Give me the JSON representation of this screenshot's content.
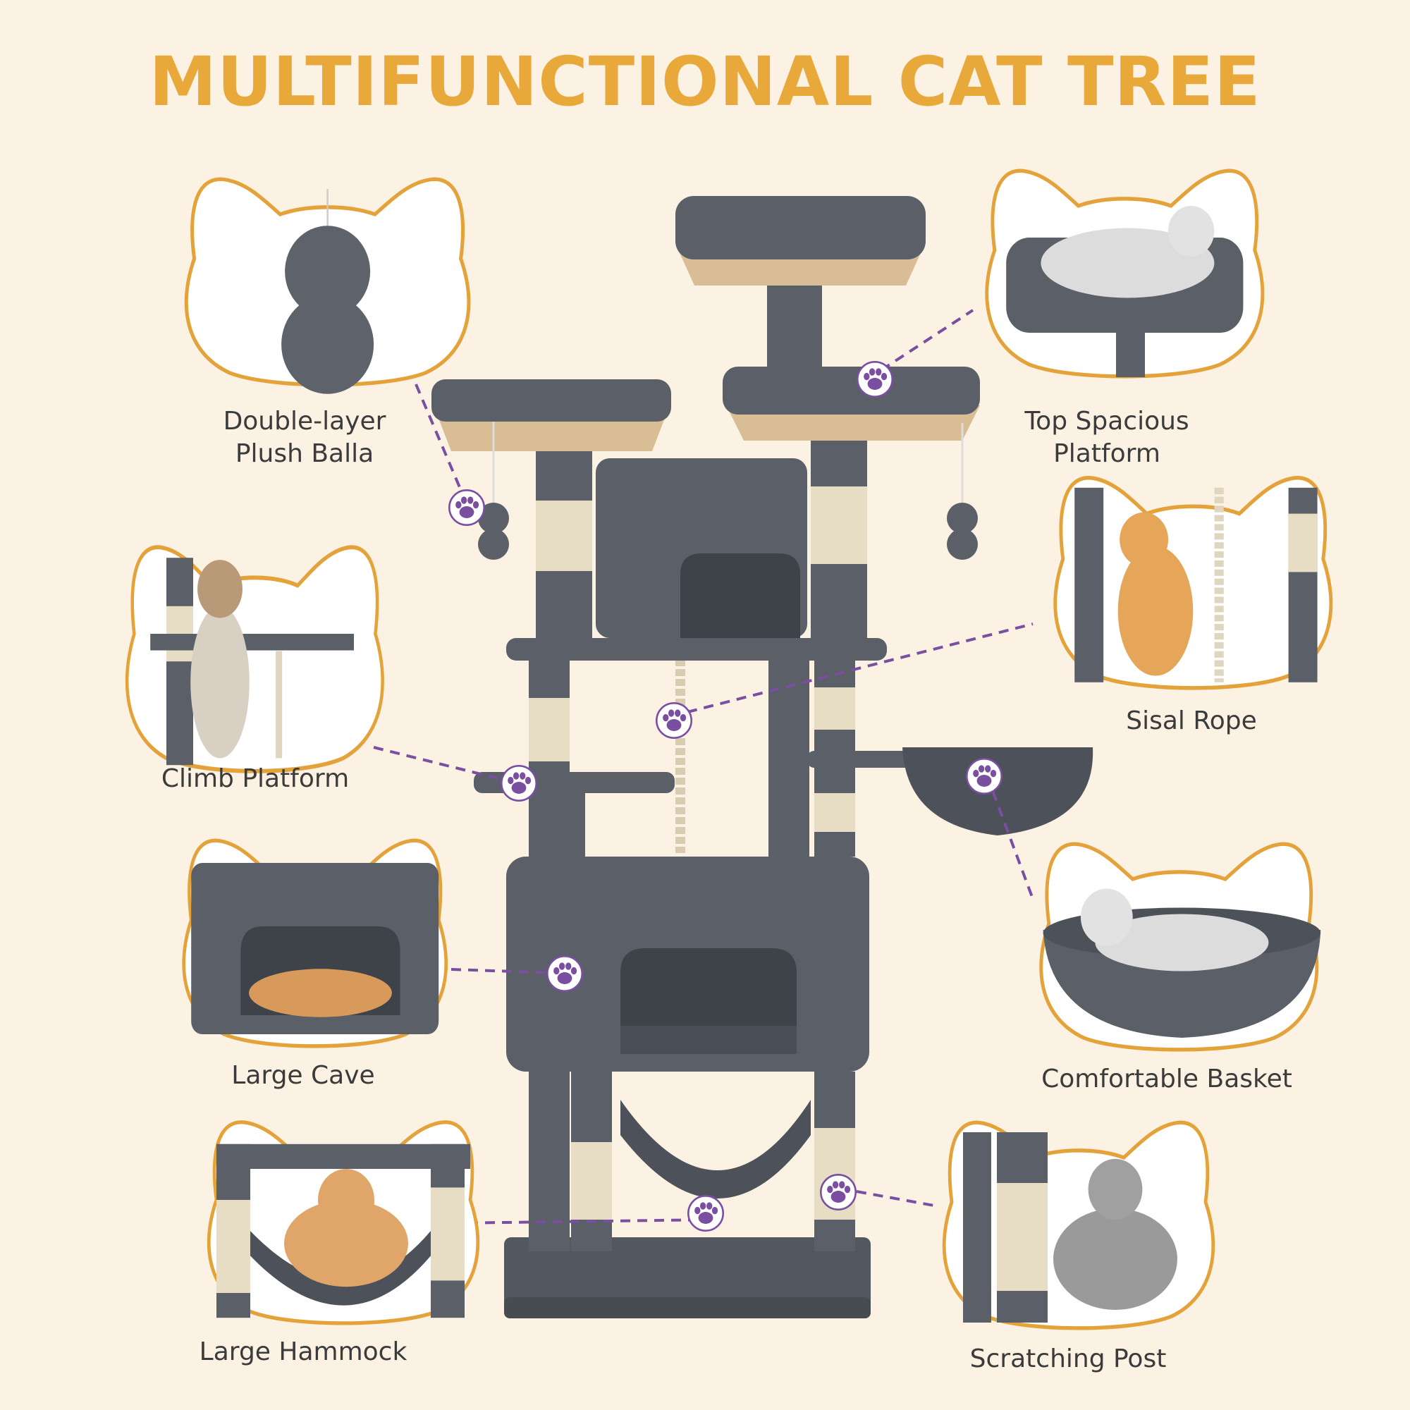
{
  "title": "MULTIFUNCTIONAL CAT TREE",
  "features": [
    {
      "label_line1": "Double-layer",
      "label_line2": "Plush Balla"
    },
    {
      "label_line1": "Top Spacious Platform"
    },
    {
      "label_line1": "Climb Platform"
    },
    {
      "label_line1": "Sisal Rope"
    },
    {
      "label_line1": "Large Cave"
    },
    {
      "label_line1": "Comfortable Basket"
    },
    {
      "label_line1": "Large Hammock"
    },
    {
      "label_line1": "Scratching Post"
    }
  ],
  "colors": {
    "background": "#fbf2e4",
    "title": "#e8a83a",
    "frame_border": "#e4a33a",
    "plush": "#5b5f68",
    "plush_dark": "#4a4e56",
    "sisal": "#e7dcc4",
    "connector": "#7a4ea0",
    "paw": "#7a4ea0"
  }
}
